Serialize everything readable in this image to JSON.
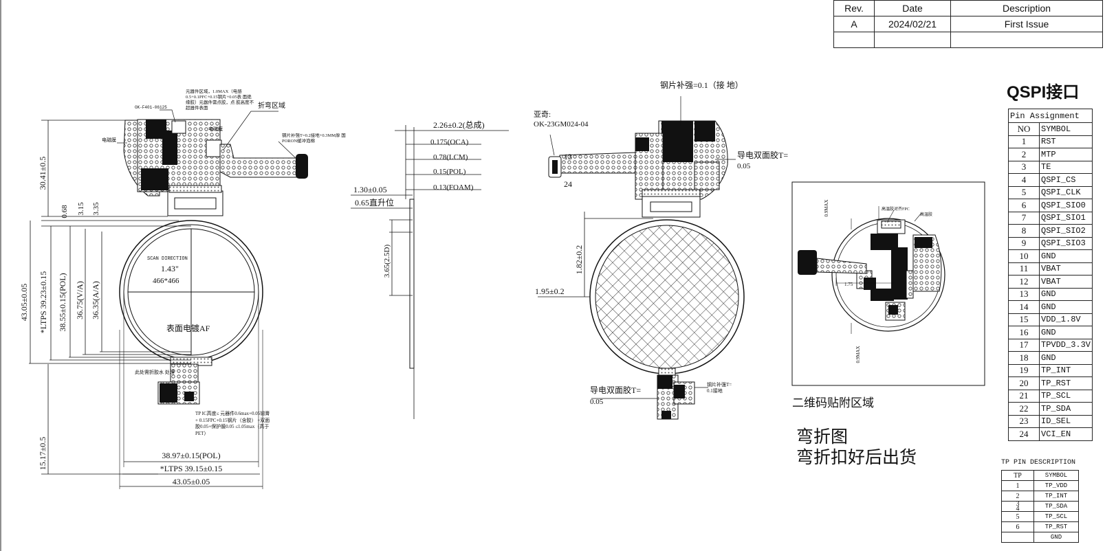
{
  "revision_table": {
    "headers": [
      "Rev.",
      "Date",
      "Description"
    ],
    "rows": [
      [
        "A",
        "2024/02/21",
        "First Issue"
      ],
      [
        "",
        "",
        ""
      ]
    ]
  },
  "qspi": {
    "title": "QSPI接口",
    "caption": "Pin Assignment",
    "col_no": "NO",
    "col_symbol": "SYMBOL",
    "pins": [
      [
        "1",
        "RST"
      ],
      [
        "2",
        "MTP"
      ],
      [
        "3",
        "TE"
      ],
      [
        "4",
        "QSPI_CS"
      ],
      [
        "5",
        "QSPI_CLK"
      ],
      [
        "6",
        "QSPI_SIO0"
      ],
      [
        "7",
        "QSPI_SIO1"
      ],
      [
        "8",
        "QSPI_SIO2"
      ],
      [
        "9",
        "QSPI_SIO3"
      ],
      [
        "10",
        "GND"
      ],
      [
        "11",
        "VBAT"
      ],
      [
        "12",
        "VBAT"
      ],
      [
        "13",
        "GND"
      ],
      [
        "14",
        "GND"
      ],
      [
        "15",
        "VDD_1.8V"
      ],
      [
        "16",
        "GND"
      ],
      [
        "17",
        "TPVDD_3.3V"
      ],
      [
        "18",
        "GND"
      ],
      [
        "19",
        "TP_INT"
      ],
      [
        "20",
        "TP_RST"
      ],
      [
        "21",
        "TP_SCL"
      ],
      [
        "22",
        "TP_SDA"
      ],
      [
        "23",
        "ID_SEL"
      ],
      [
        "24",
        "VCI_EN"
      ]
    ]
  },
  "tp_pins": {
    "title": "TP PIN DESCRIPTION",
    "col_no": "TP",
    "col_symbol": "SYMBOL",
    "pins": [
      [
        "1",
        "TP_VDD"
      ],
      [
        "2",
        "TP_INT"
      ],
      [
        "3\n4",
        "TP_SDA"
      ],
      [
        "5",
        "TP_SCL"
      ],
      [
        "6",
        "TP_RST"
      ],
      [
        "",
        "GND"
      ]
    ]
  },
  "front_view": {
    "dims": {
      "height_total": "30.41±0.5",
      "d068": "0.68",
      "d315": "3.15",
      "d335": "3.35",
      "outer": "43.05±0.05",
      "ltps": "*LTPS 39.23±0.15",
      "pol": "38.55±0.15(POL)",
      "va": "36.75(V/A)",
      "aa": "36.35(A/A)",
      "tail": "15.17±0.5",
      "w_pol": "38.97±0.15(POL)",
      "w_ltps": "*LTPS 39.15±0.15",
      "w_outer": "43.05±0.05"
    },
    "labels": {
      "scan": "SCAN DIRECTION",
      "size": "1.43\"",
      "res": "466*466",
      "af": "表面电镀AF",
      "part": "OK-F401-06125",
      "emi": "电磁膜",
      "fold": "折弯区域",
      "components_note": "元器件区域，1.0MAX（电感 0.5+0.1PFC+0.15钢片+0.05表 面绝缘胶）元器件需点胶，点 胶高度不超器件表面",
      "steel_note": "钢片补强T=0.2接地+0.3MM厚 国PORON缓冲泡棉",
      "emi2": "电磁膜",
      "seal": "此处需折胶水 处理",
      "tp_ic_note": "TP IC高度≤ 元器件0.6max+0.05锡膏+ 0.15FPC+0.15钢片（含胶） +双面胶0.05+保护膜0.05 ≤1.05max（高于PET）"
    }
  },
  "side_view": {
    "labels": [
      "2.26±0.2(总成)",
      "0.175(OCA)",
      "0.78(LCM)",
      "0.15(POL)",
      "0.13(FOAM)"
    ],
    "d130": "1.30±0.05",
    "rise": "0.65直升位",
    "h365": "3.65(2.5D)"
  },
  "back_view": {
    "steel": "钢片补强=0.1（接 地）",
    "vendor": "亚奇:",
    "connector": "OK-23GM024-04",
    "pin13": "13",
    "pin24": "24",
    "cond_tape": "导电双面胶T=",
    "cond_tape_val": "0.05",
    "d182": "1.82±0.2",
    "d195": "1.95±0.2",
    "cond_tape2": "导电双面胶T=",
    "cond_tape2_val": "0.05",
    "steel2": "钢片补强T= 0.1接地"
  },
  "bent_view": {
    "d09_top": "0.9MAX",
    "d175": "1.75",
    "d09_bot": "0.9MAX",
    "label_a": "高温胶对齐FPC",
    "label_b": "高温胶",
    "qr": "二维码贴附区域",
    "title": "弯折图",
    "subtitle": "弯折扣好后出货"
  }
}
